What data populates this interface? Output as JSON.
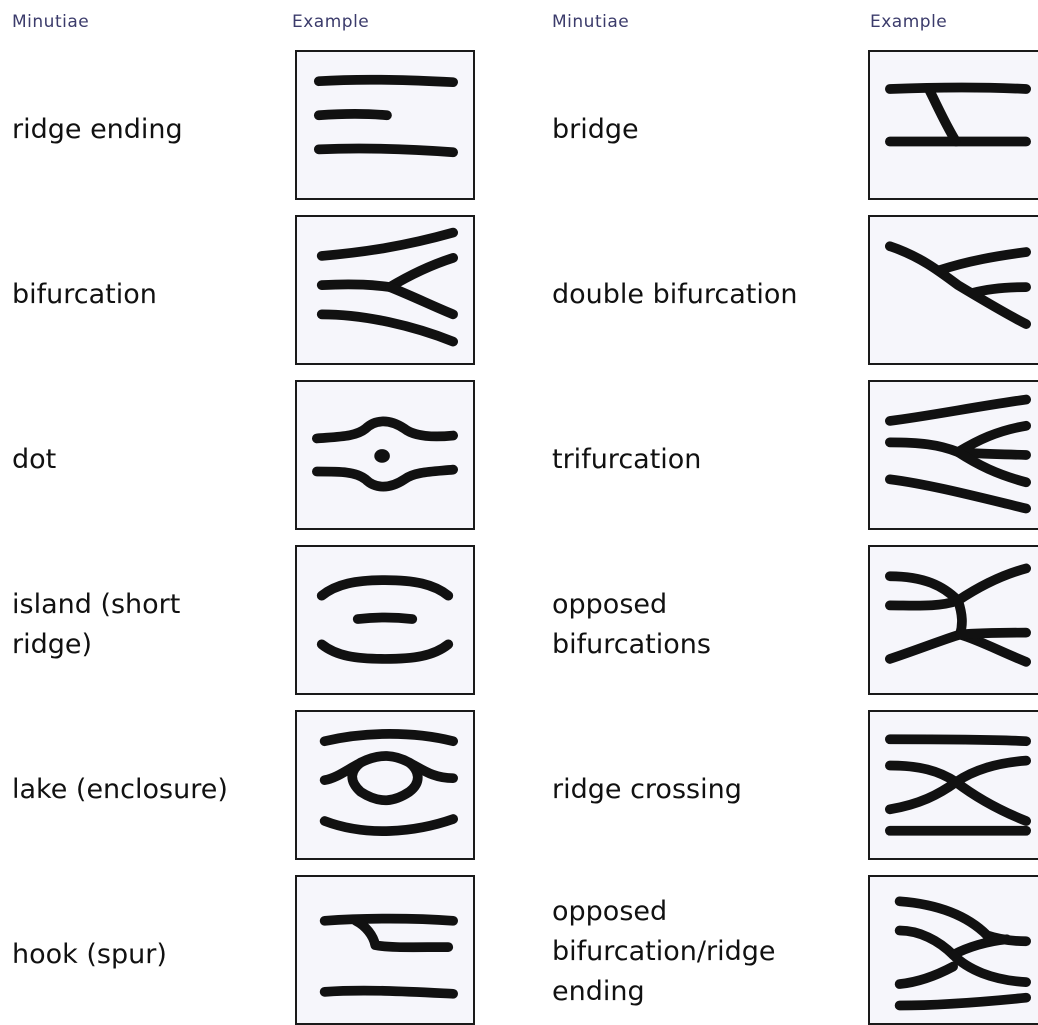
{
  "headers": {
    "minutiae_left": "Minutiae",
    "example_left": "Example",
    "minutiae_right": "Minutiae",
    "example_right": "Example"
  },
  "left": [
    {
      "term": "ridge ending",
      "icon": "ridge-ending-icon"
    },
    {
      "term": "bifurcation",
      "icon": "bifurcation-icon"
    },
    {
      "term": "dot",
      "icon": "dot-icon"
    },
    {
      "term": "island (short\nridge)",
      "icon": "island-icon"
    },
    {
      "term": "lake (enclosure)",
      "icon": "lake-icon"
    },
    {
      "term": "hook (spur)",
      "icon": "hook-icon"
    }
  ],
  "right": [
    {
      "term": "bridge",
      "icon": "bridge-icon"
    },
    {
      "term": "double bifurcation",
      "icon": "double-bifurcation-icon"
    },
    {
      "term": "trifurcation",
      "icon": "trifurcation-icon"
    },
    {
      "term": "opposed\nbifurcations",
      "icon": "opposed-bifurcations-icon"
    },
    {
      "term": "ridge crossing",
      "icon": "ridge-crossing-icon"
    },
    {
      "term": "opposed\nbifurcation/ridge\nending",
      "icon": "opposed-bifurcation-ridge-ending-icon"
    }
  ]
}
